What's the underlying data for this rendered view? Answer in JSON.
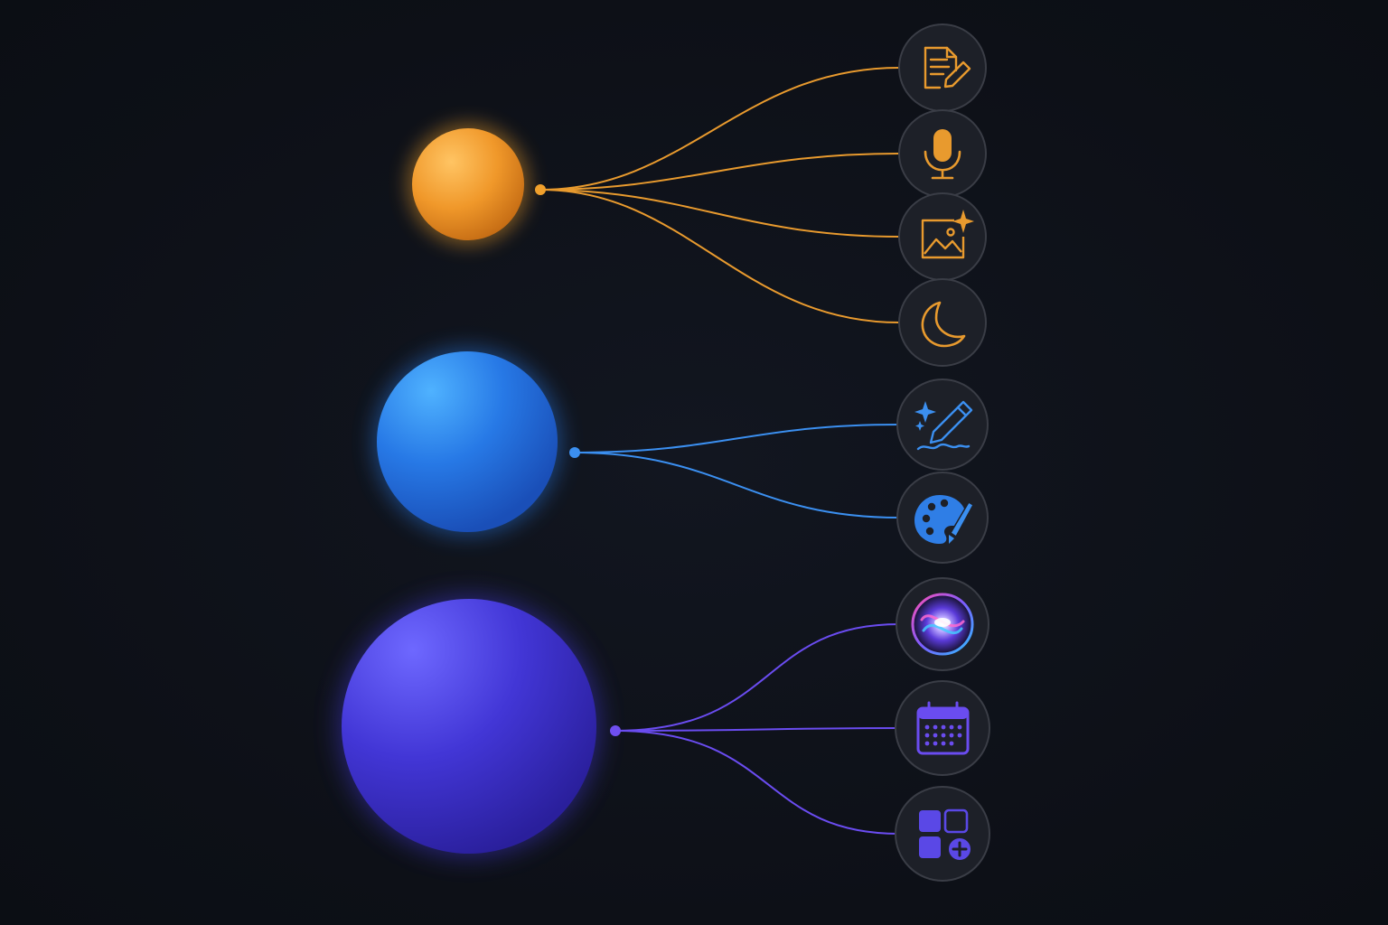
{
  "colors": {
    "background": "#0e1118",
    "icon_bubble_fill": "#1d2028",
    "icon_bubble_stroke": "#3a3d46",
    "orange": "#f0a02c",
    "blue": "#3b8ff0",
    "purple": "#6f4ff0"
  },
  "groups": [
    {
      "name": "orange-group",
      "color": "orange",
      "icons": [
        "document-edit-icon",
        "microphone-icon",
        "image-sparkle-icon",
        "moon-icon"
      ]
    },
    {
      "name": "blue-group",
      "color": "blue",
      "icons": [
        "pencil-sparkle-icon",
        "palette-brush-icon"
      ]
    },
    {
      "name": "purple-group",
      "color": "purple",
      "icons": [
        "siri-orb-icon",
        "calendar-icon",
        "app-grid-add-icon"
      ]
    }
  ]
}
